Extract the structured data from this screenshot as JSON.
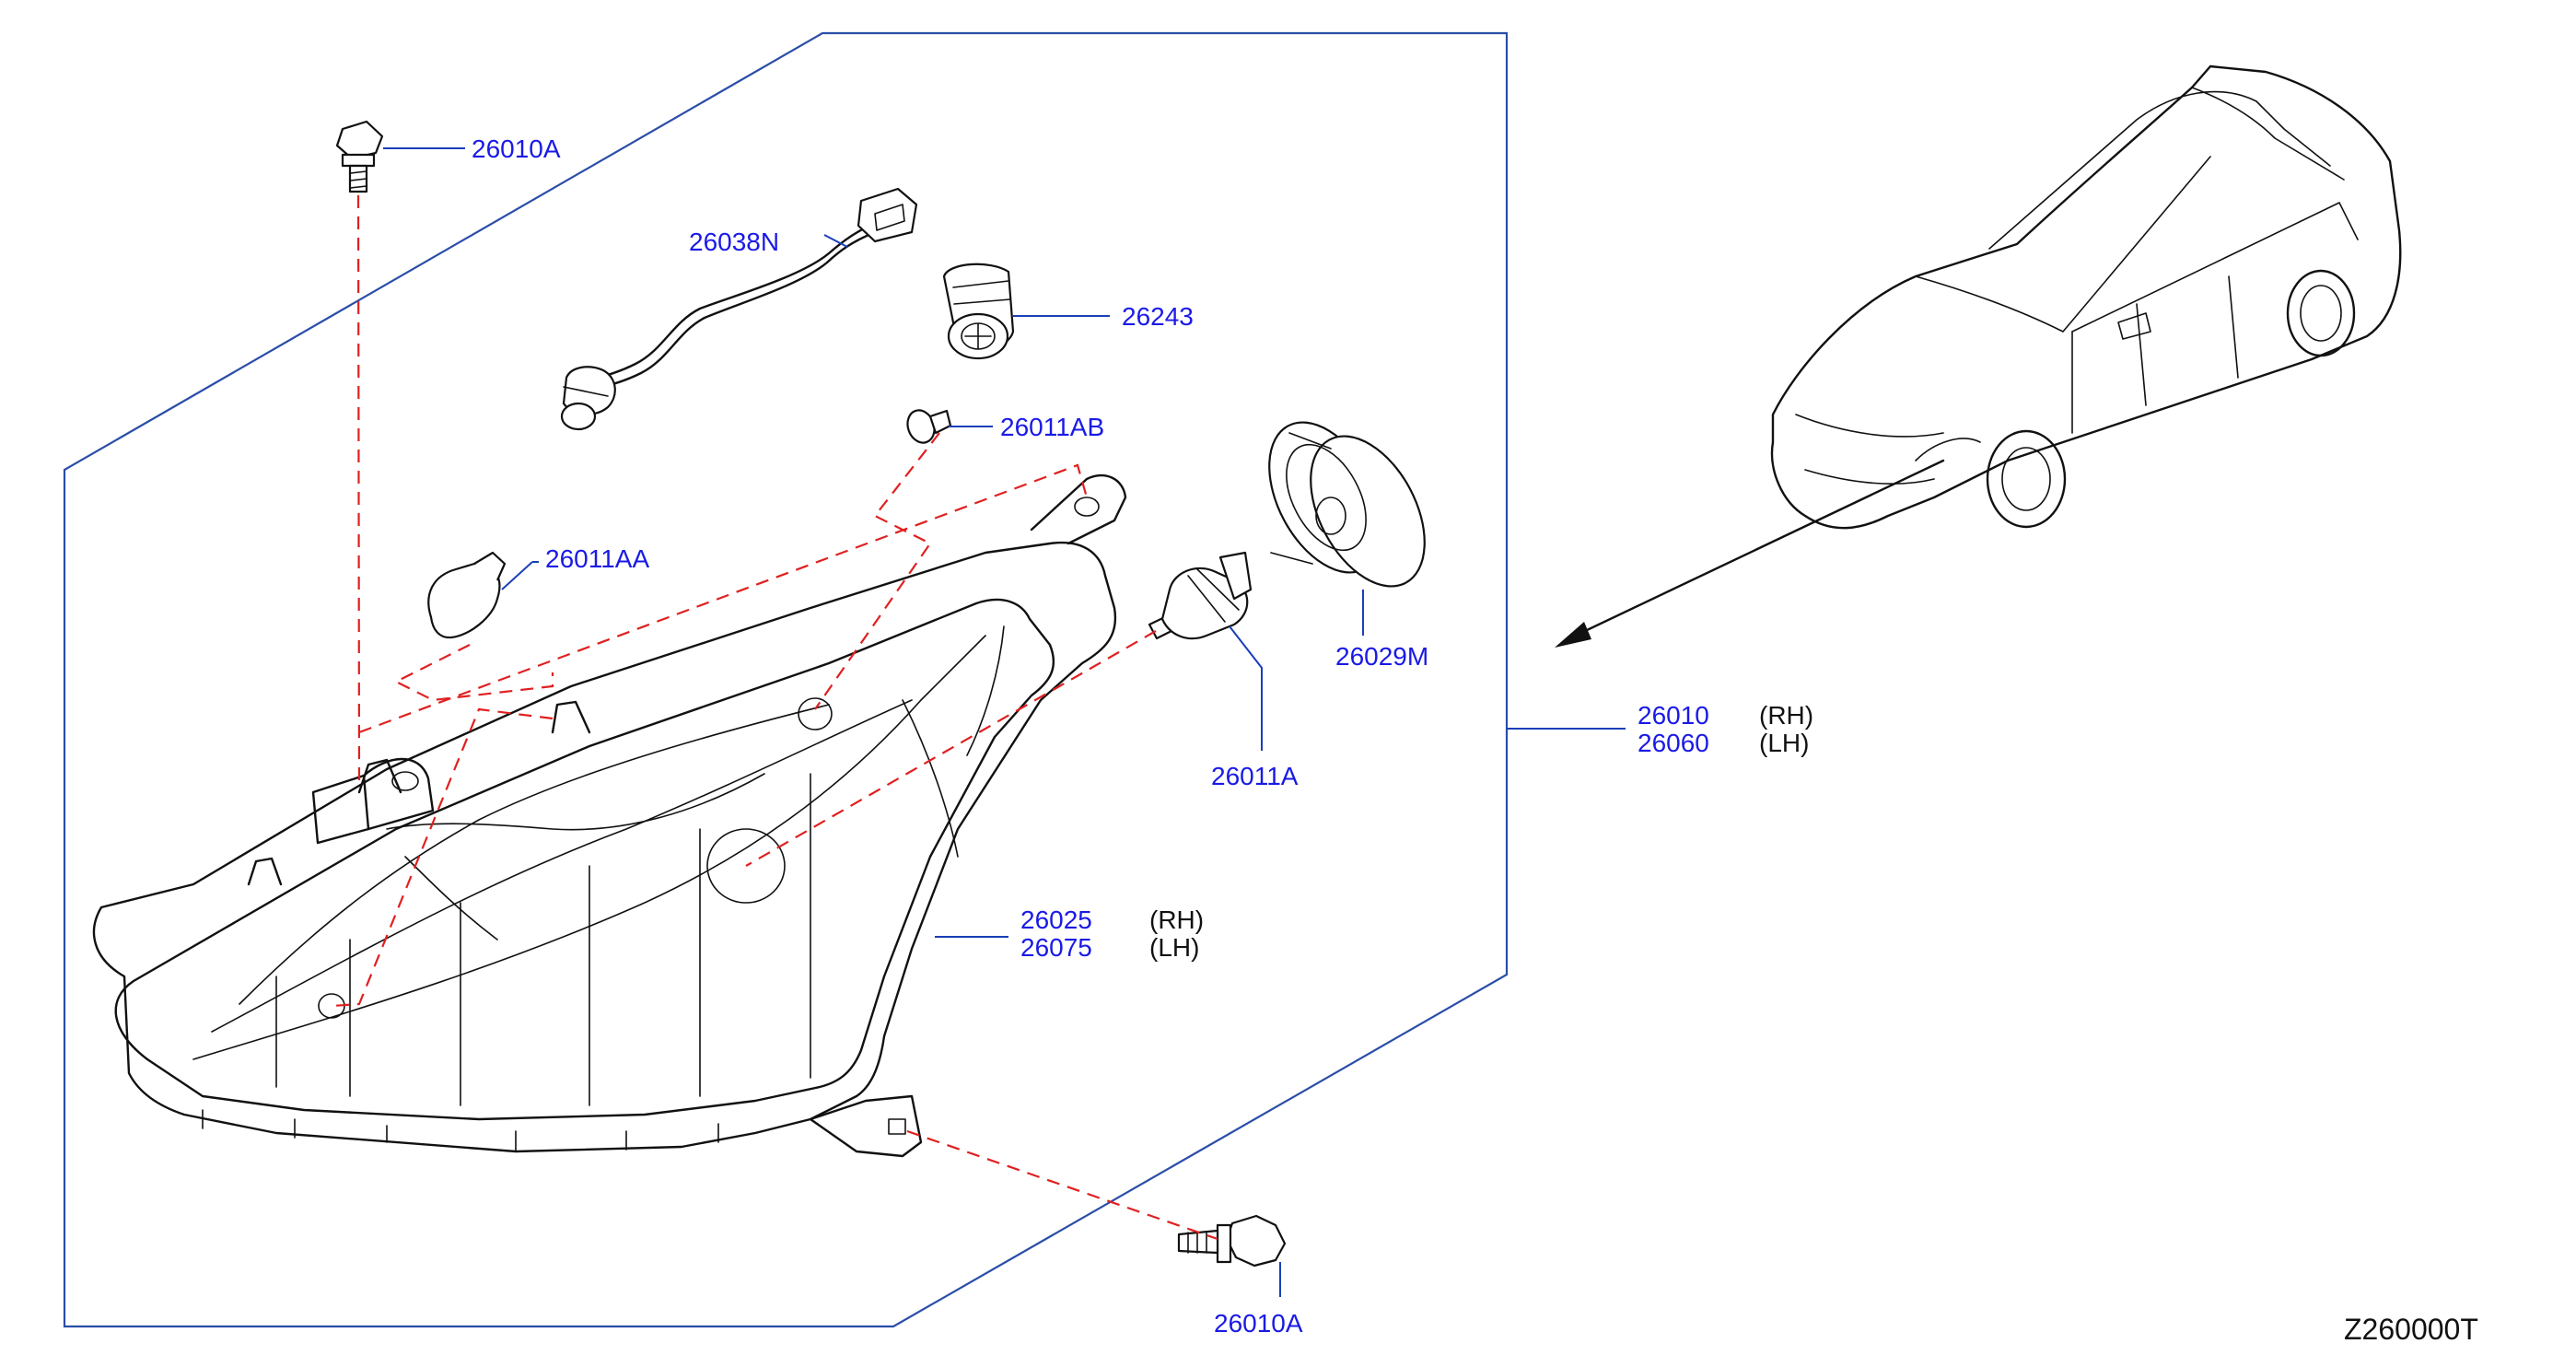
{
  "diagram": {
    "reference_code": "Z260000T",
    "colors": {
      "callout_text": "#1a1ae6",
      "leader_line": "#1a3fb8",
      "assembly_frame": "#2a4ea8",
      "dashed_guide": "#e02020",
      "drawing_ink": "#111111"
    },
    "callouts": {
      "bolt_top": "26010A",
      "harness": "26038N",
      "socket": "26243",
      "bulb_wedge": "26011AB",
      "bulb_turn": "26011AA",
      "cap": "26029M",
      "bulb_headlamp": "26011A",
      "assembly_rh": "26010",
      "assembly_lh": "26060",
      "housing_rh": "26025",
      "housing_lh": "26075",
      "bolt_bottom": "26010A"
    },
    "side_labels": {
      "assembly_rh": "(RH)",
      "assembly_lh": "(LH)",
      "housing_rh": "(RH)",
      "housing_lh": "(LH)"
    }
  }
}
